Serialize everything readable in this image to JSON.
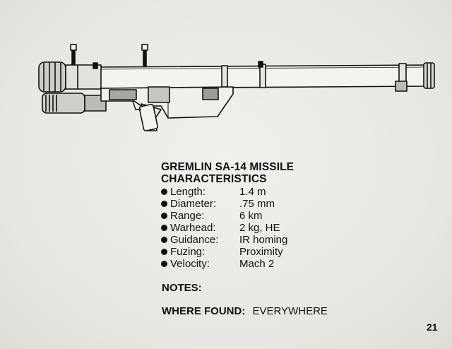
{
  "weapon": {
    "title_line1": "GREMLIN SA-14 MISSILE",
    "title_line2": "CHARACTERISTICS",
    "specs": [
      {
        "label": "Length:",
        "value": "1.4 m"
      },
      {
        "label": "Diameter:",
        "value": ".75 mm"
      },
      {
        "label": "Range:",
        "value": "6 km"
      },
      {
        "label": "Warhead:",
        "value": "2 kg, HE"
      },
      {
        "label": "Guidance:",
        "value": "IR homing"
      },
      {
        "label": "Fuzing:",
        "value": "Proximity"
      },
      {
        "label": "Velocity:",
        "value": "Mach 2"
      }
    ],
    "notes_label": "NOTES:",
    "where_found_label": "WHERE FOUND:",
    "where_found_value": "EVERYWHERE"
  },
  "page_number": "21",
  "colors": {
    "paper": "#ecebe6",
    "ink": "#111111"
  },
  "illustration_icon": "missile-launcher-drawing"
}
